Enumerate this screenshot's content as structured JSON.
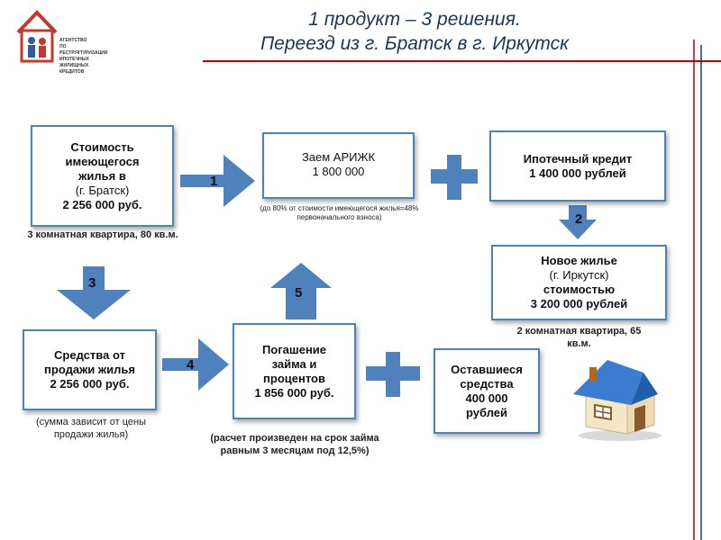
{
  "logo": {
    "lines": [
      "АГЕНТСТВО",
      "ПО РЕСТРУКТУРИЗАЦИИ",
      "ИПОТЕЧНЫХ ЖИЛИЩНЫХ",
      "КРЕДИТОВ"
    ],
    "colors": {
      "red": "#c0392b",
      "blue": "#2e5aa8"
    }
  },
  "header": {
    "title_line1": "1 продукт – 3 решения.",
    "title_line2": "Переезд из г. Братск в г. Иркутск"
  },
  "boxes": {
    "current_home": {
      "lines": [
        "Стоимость",
        "имеющегося",
        "жилья в",
        "(г. Братск)",
        "2 256 000 руб."
      ],
      "note": "3 комнатная квартира, 80 кв.м."
    },
    "loan": {
      "lines": [
        "Заем АРИЖК",
        "1 800 000"
      ],
      "note": "(до 80% от стоимости имеющегося жилья=48% первоначального взноса)"
    },
    "mortgage": {
      "lines": [
        "Ипотечный кредит",
        "1 400 000 рублей"
      ]
    },
    "new_home": {
      "lines": [
        "Новое жилье",
        "(г. Иркутск)",
        "стоимостью",
        "3 200 000 рублей"
      ],
      "note": "2 комнатная квартира, 65 кв.м."
    },
    "sale_funds": {
      "lines": [
        "Средства от",
        "продажи жилья",
        "2 256 000 руб."
      ],
      "note": "(сумма зависит от цены продажи жилья)"
    },
    "repayment": {
      "lines": [
        "Погашение",
        "займа и",
        "процентов",
        "1 856 000 руб."
      ],
      "note": "(расчет произведен на срок займа равным 3 месяцам под 12,5%)"
    },
    "remaining": {
      "lines": [
        "Оставшиеся",
        "средства",
        "400 000",
        "рублей"
      ]
    }
  },
  "steps": [
    "1",
    "2",
    "3",
    "4",
    "5"
  ],
  "colors": {
    "arrow": "#4f81bd",
    "border": "#4f81bd",
    "accent_red": "#c00000",
    "title": "#17365d"
  },
  "icons": [
    "arrow-right-icon",
    "arrow-down-icon",
    "arrow-up-icon",
    "plus-icon",
    "house-icon"
  ]
}
